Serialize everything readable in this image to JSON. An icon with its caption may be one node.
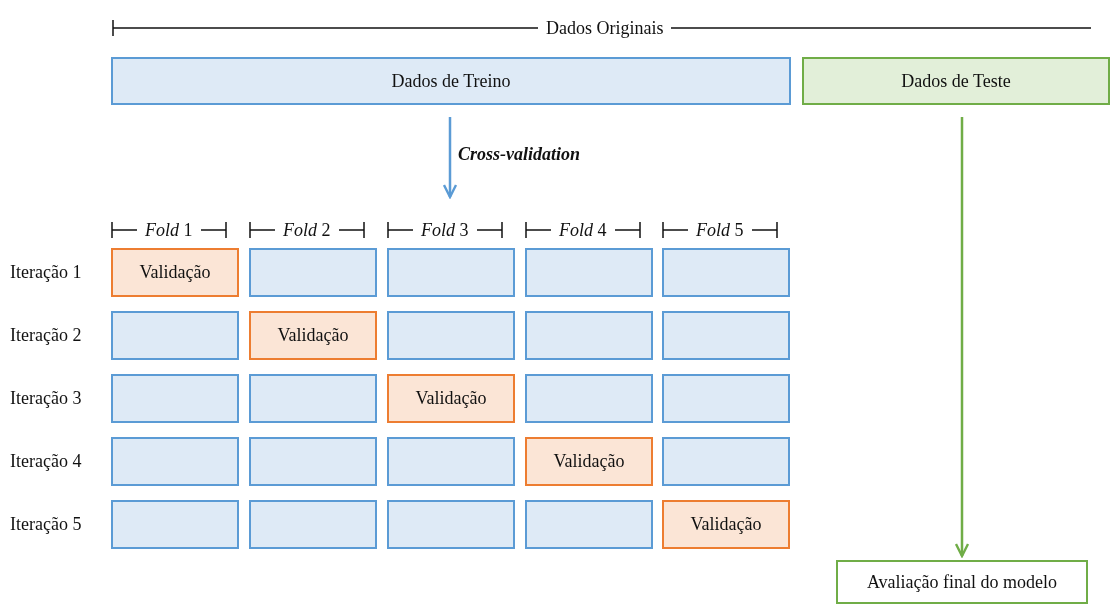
{
  "diagram": {
    "nodes": [
      {
        "text": [
          "Dados de Treino"
        ]
      },
      {
        "text": [
          "Dados de Teste"
        ]
      },
      {
        "text": [
          "Validação"
        ]
      },
      {
        "text": [],
        "shape": "box"
      },
      {
        "text": [],
        "shape": "box"
      },
      {
        "text": [],
        "shape": "box"
      },
      {
        "text": [],
        "shape": "box"
      },
      {
        "text": [],
        "shape": "box"
      },
      {
        "text": [
          "Validação"
        ]
      },
      {
        "text": [],
        "shape": "box"
      },
      {
        "text": [],
        "shape": "box"
      },
      {
        "text": [],
        "shape": "box"
      },
      {
        "text": [],
        "shape": "box"
      },
      {
        "text": [],
        "shape": "box"
      },
      {
        "text": [
          "Validação"
        ]
      },
      {
        "text": [],
        "shape": "box"
      },
      {
        "text": [],
        "shape": "box"
      },
      {
        "text": [],
        "shape": "box"
      },
      {
        "text": [],
        "shape": "box"
      },
      {
        "text": [],
        "shape": "box"
      },
      {
        "text": [
          "Validação"
        ]
      },
      {
        "text": [],
        "shape": "box"
      },
      {
        "text": [],
        "shape": "box"
      },
      {
        "text": [],
        "shape": "box"
      },
      {
        "text": [],
        "shape": "box"
      },
      {
        "text": [],
        "shape": "box"
      },
      {
        "text": [
          "Validação"
        ]
      },
      {
        "text": [
          "Avaliação final do modelo"
        ]
      }
    ],
    "edges": [
      {
        "from": 0,
        "to": null,
        "arrow": "to",
        "label": "Cross-validation",
        "color": "#5b9bd5"
      },
      {
        "from": 1,
        "to": 27,
        "arrow": "to",
        "color": "#70ad47"
      }
    ],
    "labels": [
      "Dados Originais",
      "*Fold* 1",
      "*Fold* 2",
      "*Fold* 3",
      "*Fold* 4",
      "*Fold* 5",
      "Iteração 1",
      "Iteração 2",
      "Iteração 3",
      "Iteração 4",
      "Iteração 5"
    ]
  }
}
